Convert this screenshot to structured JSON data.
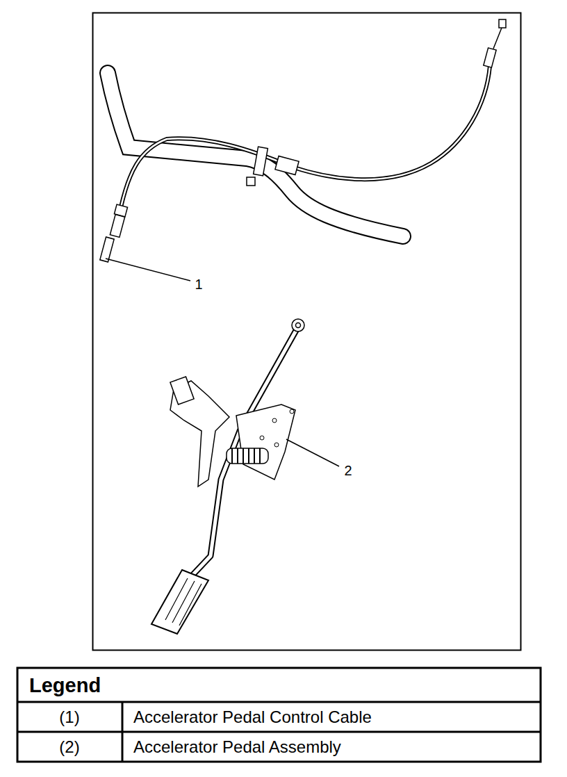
{
  "diagram": {
    "labels": [
      "1",
      "2",
      "Legend",
      "(1)",
      "Accelerator Pedal Control Cable",
      "(2)",
      "Accelerator Pedal Assembly"
    ]
  }
}
